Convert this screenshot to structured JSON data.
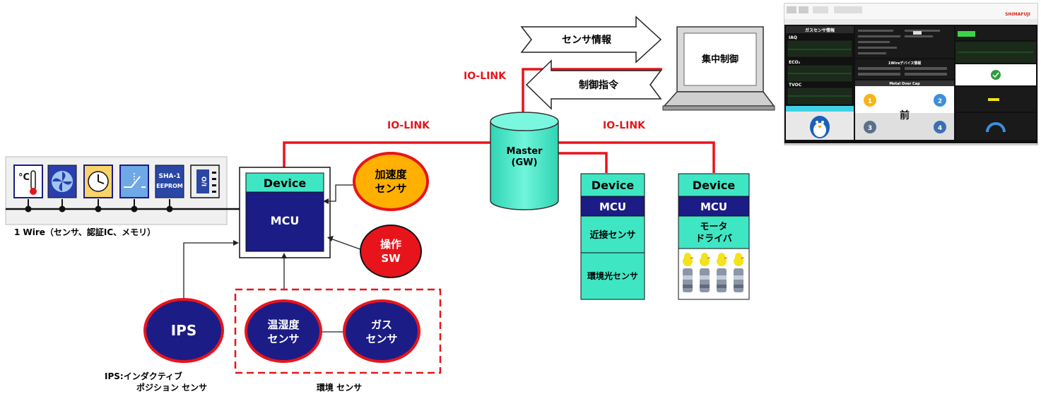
{
  "arrows": {
    "sensor_info": "センサ情報",
    "control_cmd": "制御指令"
  },
  "pc": {
    "label": "集中制御"
  },
  "links": {
    "io_link_top": "IO-LINK",
    "io_link_left": "IO-LINK",
    "io_link_right": "IO-LINK"
  },
  "master": {
    "line1": "Master",
    "line2": "(GW)"
  },
  "device_main": {
    "device": "Device",
    "mcu": "MCU"
  },
  "accel": {
    "line1": "加速度",
    "line2": "センサ"
  },
  "sw": {
    "line1": "操作",
    "line2": "SW"
  },
  "onewire": {
    "chip_label1": "SHA-1",
    "chip_label2": "EEPROM",
    "io_label": "I/O",
    "temp_label": "°C",
    "caption": "1 Wire（センサ、認証IC、メモリ）"
  },
  "ips": {
    "label": "IPS",
    "caption1": "IPS:インダクティブ",
    "caption2": "ポジション センサ"
  },
  "env": {
    "temp": {
      "line1": "温湿度",
      "line2": "センサ"
    },
    "gas": {
      "line1": "ガス",
      "line2": "センサ"
    },
    "caption": "環境 センサ"
  },
  "device_prox": {
    "device": "Device",
    "mcu": "MCU",
    "sensor1": "近接センサ",
    "sensor2": "環境光センサ"
  },
  "device_motor": {
    "device": "Device",
    "mcu": "MCU",
    "line1": "モータ",
    "line2": "ドライバ"
  },
  "dashboard": {
    "panel_gas": "ガスセンサ情報",
    "iaq": "IAQ",
    "eco2": "ECO₂",
    "tvoc": "TVOC",
    "onewire_info": "1Wireデバイス情報",
    "metal": "Metal Over Cap",
    "front": "前",
    "num1": "1",
    "num2": "2",
    "num3": "3",
    "num4": "4",
    "logo": "SHIMAFUJI"
  },
  "colors": {
    "link_red": "#e8141b",
    "navy": "#1c1c86",
    "teal": "#3fe6c4",
    "accel_orange": "#ffb000"
  }
}
